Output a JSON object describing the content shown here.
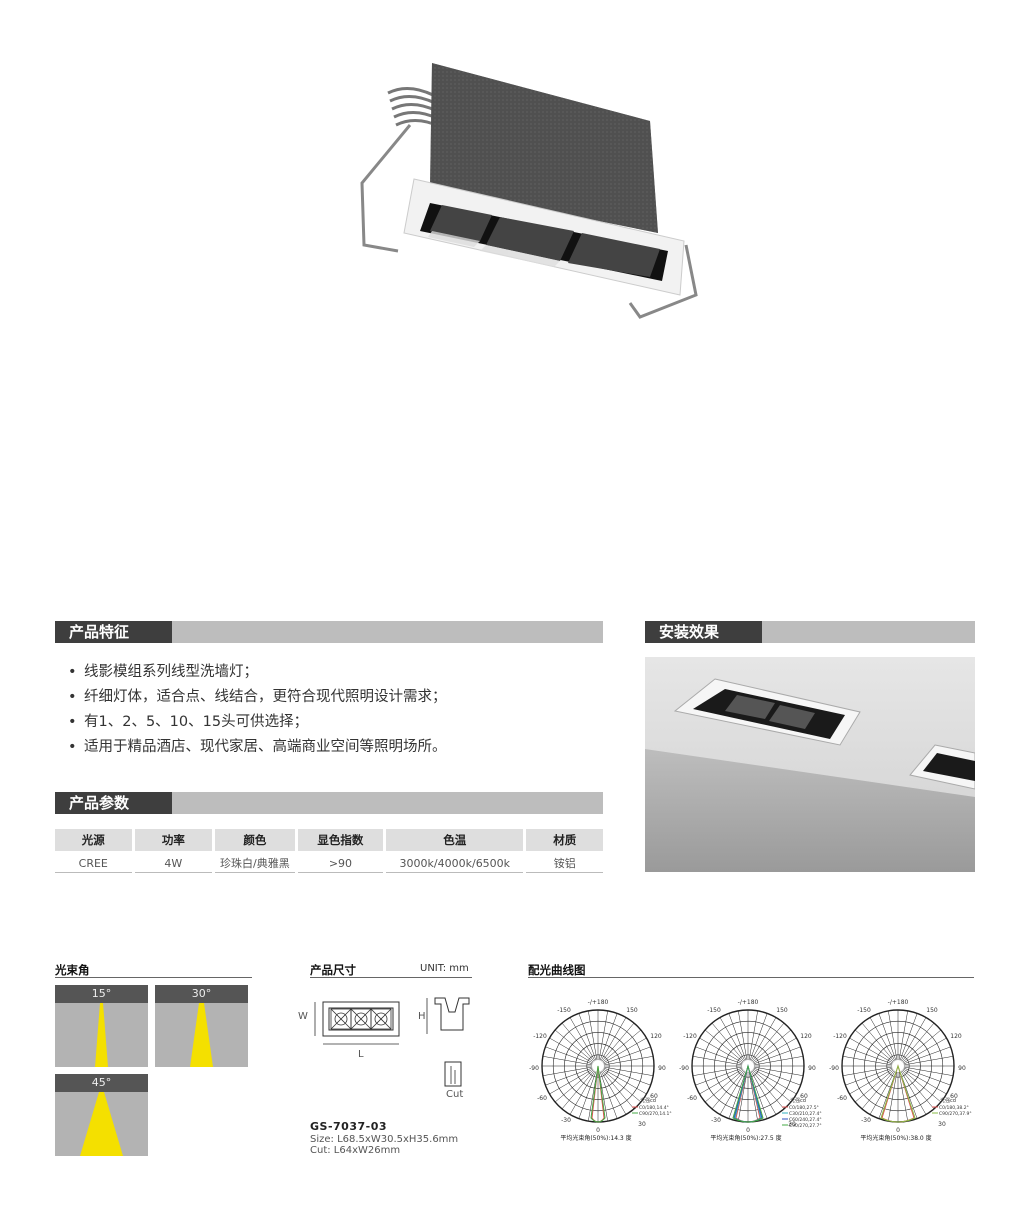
{
  "features": {
    "title": "产品特征",
    "items": [
      "线影模组系列线型洗墙灯；",
      "纤细灯体，适合点、线结合，更符合现代照明设计需求；",
      "有1、2、5、10、15头可供选择；",
      "适用于精品酒店、现代家居、高端商业空间等照明场所。"
    ]
  },
  "install": {
    "title": "安装效果"
  },
  "params": {
    "title": "产品参数",
    "headers": [
      "光源",
      "功率",
      "颜色",
      "显色指数",
      "色温",
      "材质"
    ],
    "values": [
      "CREE",
      "4W",
      "珍珠白/典雅黑",
      ">90",
      "3000k/4000k/6500k",
      "铵铝"
    ]
  },
  "beam": {
    "title": "光束角",
    "angles": [
      "15°",
      "30°",
      "45°"
    ]
  },
  "dims": {
    "title": "产品尺寸",
    "unit": "UNIT: mm",
    "w_label": "W",
    "l_label": "L",
    "h_label": "H",
    "cut_label": "Cut",
    "model": "GS-7037-03",
    "size": "Size: L68.5xW30.5xH35.6mm",
    "cut": "Cut: L64xW26mm"
  },
  "curves": {
    "title": "配光曲线图",
    "tick_labels": [
      "-/+180",
      "-150",
      "150",
      "-120",
      "120",
      "-90",
      "90",
      "-60",
      "60",
      "-30",
      "30",
      "0"
    ],
    "legend_title": "光强cd",
    "plots": [
      {
        "caption": "平均光束角(50%):14.3 度",
        "legend": [
          "C0/180,14.4°",
          "C90/270,14.1°"
        ],
        "colors": [
          "#e05050",
          "#44aa44"
        ]
      },
      {
        "caption": "平均光束角(50%):27.5 度",
        "legend": [
          "C0/180,27.5°",
          "C30/210,27.4°",
          "C60/240,27.4°",
          "C90/270,27.7°"
        ],
        "colors": [
          "#e05050",
          "#30b0c0",
          "#3050c0",
          "#44aa44"
        ]
      },
      {
        "caption": "平均光束角(50%):38.0 度",
        "legend": [
          "C0/180,38.2°",
          "C90/270,37.9°"
        ],
        "colors": [
          "#e05050",
          "#88bb44"
        ]
      }
    ]
  },
  "colors": {
    "tag_bg": "#3e3e3e",
    "bar_bg": "#bdbdbd",
    "beam_yellow": "#f4e000"
  }
}
